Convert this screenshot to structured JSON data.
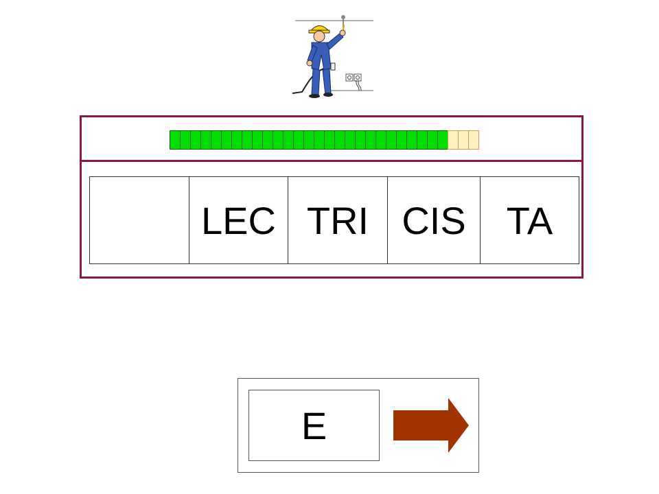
{
  "illustration": {
    "icon": "electrician-icon"
  },
  "progress": {
    "completed": 27,
    "total": 30
  },
  "syllables": [
    {
      "text": "",
      "empty": true
    },
    {
      "text": "LEC"
    },
    {
      "text": "TRI"
    },
    {
      "text": "CIS"
    },
    {
      "text": "TA"
    }
  ],
  "answer": {
    "letter": "E"
  },
  "next": {
    "icon": "right-arrow-icon"
  },
  "colors": {
    "panel_border": "#8b1a3a",
    "progress_done": "#00e000",
    "progress_todo": "#fff2c0",
    "arrow": "#a03300"
  }
}
